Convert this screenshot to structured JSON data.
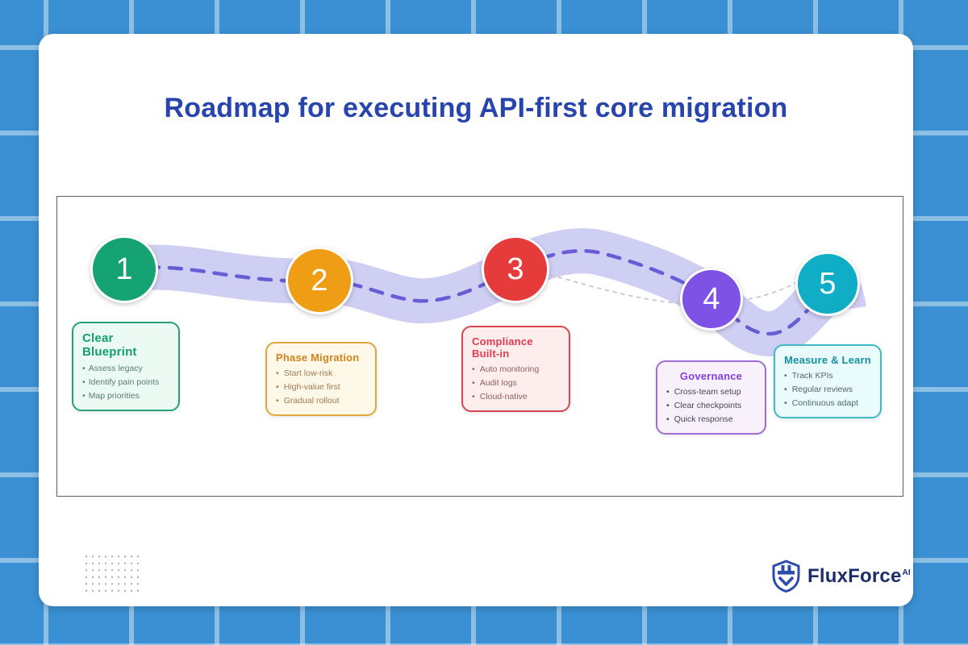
{
  "title": "Roadmap for executing API-first core migration",
  "title_color": "#2745ad",
  "road": {
    "band_color": "#cfcef3",
    "dash_color": "#675ed6",
    "shortcut_color": "#c9c9c9"
  },
  "steps": [
    {
      "number": "1",
      "circle_color": "#16a374",
      "title": "Clear Blueprint",
      "title_color": "#149d70",
      "card_bg": "#ebfaf3",
      "card_border": "#25a277",
      "text_color": "#5b7d6e",
      "bullets": [
        "Assess legacy",
        "Identify pain points",
        "Map priorities"
      ]
    },
    {
      "number": "2",
      "circle_color": "#ee9d15",
      "title": "Phase Migration",
      "title_color": "#d4821f",
      "card_bg": "#fdf8e7",
      "card_border": "#e2a63f",
      "text_color": "#a07b52",
      "bullets": [
        "Start low-risk",
        "High-value first",
        "Gradual rollout"
      ]
    },
    {
      "number": "3",
      "circle_color": "#e63b3b",
      "title": "Compliance Built-in",
      "title_color": "#e23b4e",
      "card_bg": "#fdeded",
      "card_border": "#d64550",
      "text_color": "#8f5f5f",
      "bullets": [
        "Auto monitoring",
        "Audit logs",
        "Cloud-native"
      ]
    },
    {
      "number": "4",
      "circle_color": "#7e52e5",
      "title": "Governance",
      "title_color": "#8440d8",
      "card_bg": "#f8f1fc",
      "card_border": "#a06cd5",
      "text_color": "#4a445a",
      "bullets": [
        "Cross-team setup",
        "Clear checkpoints",
        "Quick response"
      ]
    },
    {
      "number": "5",
      "circle_color": "#10aec6",
      "title": "Measure & Learn",
      "title_color": "#12919f",
      "card_bg": "#e9fbfb",
      "card_border": "#3fb9c9",
      "text_color": "#52666e",
      "bullets": [
        "Track KPIs",
        "Regular reviews",
        "Continuous adapt"
      ]
    }
  ],
  "brand": {
    "name": "FluxForce",
    "superscript": "AI"
  }
}
